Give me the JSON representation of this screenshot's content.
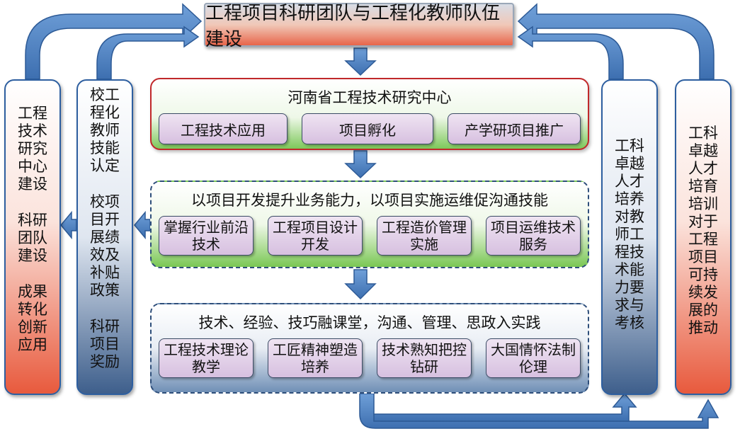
{
  "title": "工程项目科研团队与工程化教师队伍建设",
  "left_outer": {
    "groups": [
      "工程技术研究中心建设",
      "科研团队建设",
      "成果转化创新应用"
    ]
  },
  "left_inner": {
    "groups": [
      "校工程化教师技能认定",
      "校项目开展绩效及补贴政策",
      "科研项目奖励"
    ]
  },
  "right_inner": {
    "text": "工科卓越人才培养对教师工程技术能力要求与考核"
  },
  "right_outer": {
    "text": "工科卓越人才培育培训对于工程项目可持续发展的推动"
  },
  "center": {
    "panel1": {
      "title": "河南省工程技术研究中心",
      "items": [
        "工程技术应用",
        "项目孵化",
        "产学研项目推广"
      ]
    },
    "panel2": {
      "title": "以项目开发提升业务能力，以项目实施运维促沟通技能",
      "items": [
        "掌握行业前沿技术",
        "工程项目设计开发",
        "工程造价管理实施",
        "项目运维技术服务"
      ]
    },
    "panel3": {
      "title": "技术、经验、技巧融课堂，沟通、管理、思政入实践",
      "items": [
        "工程技术理论教学",
        "工匠精神塑造培养",
        "技术熟知把控钻研",
        "大国情怀法制伦理"
      ]
    }
  },
  "colors": {
    "arrow": "#4a7fc1",
    "red": "#e85a3d",
    "green": "#7ac754",
    "navy": "#2e5fa0"
  }
}
